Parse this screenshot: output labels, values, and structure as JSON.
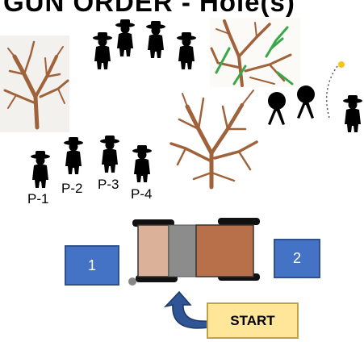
{
  "header": {
    "title": "GUN ORDER - Hole(s)"
  },
  "players": [
    {
      "label": "P-1"
    },
    {
      "label": "P-2"
    },
    {
      "label": "P-3"
    },
    {
      "label": "P-4"
    }
  ],
  "positions": [
    {
      "label": "1"
    },
    {
      "label": "2"
    }
  ],
  "start": {
    "label": "START"
  },
  "colors": {
    "box_fill": "#4472c4",
    "start_fill": "#ffe699",
    "trailer_body": "#b8704a",
    "trailer_front": "#dbb299",
    "shrub": "#a0623a",
    "grass": "#3aa84a",
    "flag": "#f5c518"
  },
  "icons": [
    "bush-icon",
    "person-icon",
    "shooter-icon",
    "trailer-icon",
    "curved-arrow-icon",
    "flag-icon"
  ]
}
